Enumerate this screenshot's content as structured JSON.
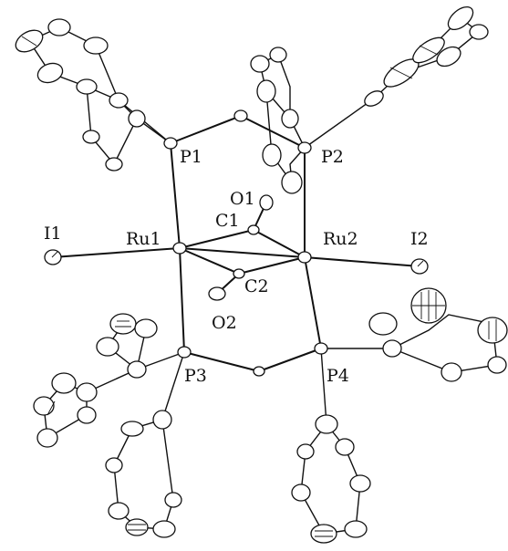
{
  "figure": {
    "labels": {
      "p1": "P1",
      "p2": "P2",
      "p3": "P3",
      "p4": "P4",
      "ru1": "Ru1",
      "ru2": "Ru2",
      "i1": "I1",
      "i2": "I2",
      "c1": "C1",
      "c2": "C2",
      "o1": "O1",
      "o2": "O2"
    }
  }
}
